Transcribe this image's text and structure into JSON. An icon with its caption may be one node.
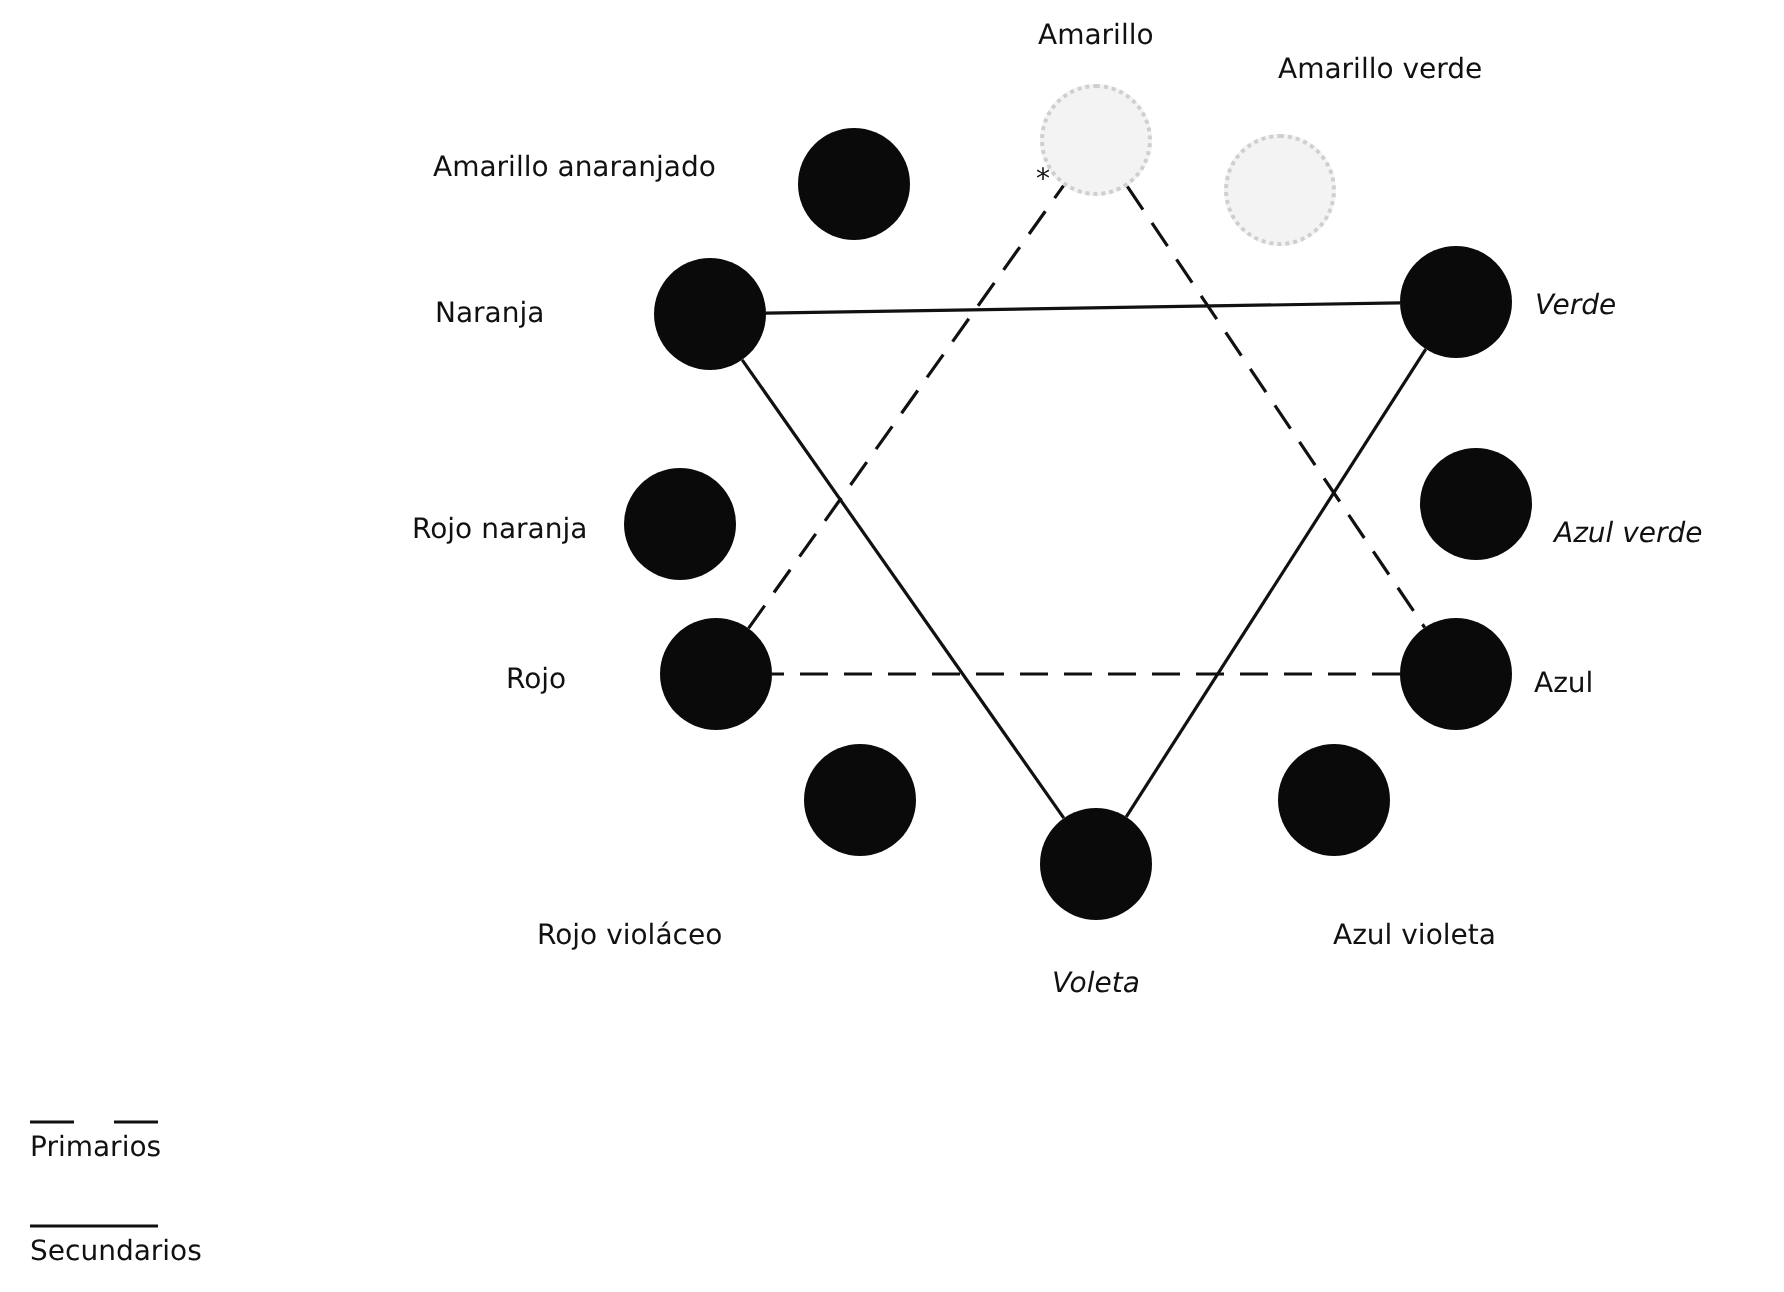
{
  "diagram": {
    "nodes": [
      {
        "text": [
          "Amarillo"
        ]
      },
      {
        "text": [
          "Amarillo verde"
        ]
      },
      {
        "text": [
          "Verde"
        ]
      },
      {
        "text": [
          "Azul verde"
        ]
      },
      {
        "text": [
          "Azul"
        ]
      },
      {
        "text": [
          "Azul violeta"
        ]
      },
      {
        "text": [
          "Voleta"
        ]
      },
      {
        "text": [
          "Rojo violáceo"
        ]
      },
      {
        "text": [
          "Rojo"
        ]
      },
      {
        "text": [
          "Rojo naranja"
        ]
      },
      {
        "text": [
          "Naranja"
        ]
      },
      {
        "text": [
          "Amarillo anaranjado"
        ]
      }
    ],
    "edges": [
      {
        "from": 0,
        "to": 4,
        "arrow": "none",
        "style": "dashed"
      },
      {
        "from": 4,
        "to": 8,
        "arrow": "none",
        "style": "dashed"
      },
      {
        "from": 8,
        "to": 0,
        "arrow": "none",
        "style": "dashed"
      },
      {
        "from": 10,
        "to": 2,
        "arrow": "none"
      },
      {
        "from": 2,
        "to": 6,
        "arrow": "none"
      },
      {
        "from": 6,
        "to": 10,
        "arrow": "none"
      }
    ],
    "labels": [
      "*"
    ],
    "legend": [
      {
        "text": "Primarios"
      },
      {
        "text": "Secundarios"
      }
    ]
  }
}
